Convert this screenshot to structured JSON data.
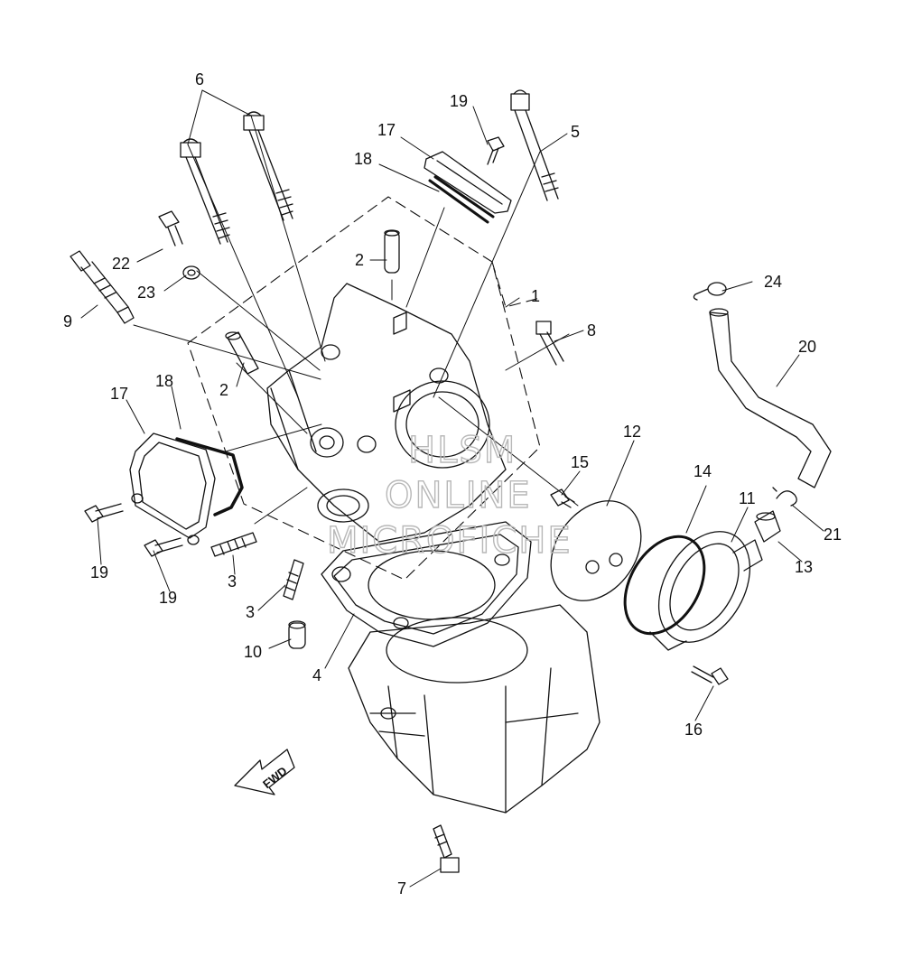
{
  "diagram": {
    "callouts": [
      {
        "id": "c6",
        "text": "6"
      },
      {
        "id": "c19a",
        "text": "19"
      },
      {
        "id": "c17a",
        "text": "17"
      },
      {
        "id": "c5",
        "text": "5"
      },
      {
        "id": "c18a",
        "text": "18"
      },
      {
        "id": "c22",
        "text": "22"
      },
      {
        "id": "c2a",
        "text": "2"
      },
      {
        "id": "c23",
        "text": "23"
      },
      {
        "id": "c1",
        "text": "1"
      },
      {
        "id": "c24",
        "text": "24"
      },
      {
        "id": "c9",
        "text": "9"
      },
      {
        "id": "c8",
        "text": "8"
      },
      {
        "id": "c20",
        "text": "20"
      },
      {
        "id": "c17b",
        "text": "17"
      },
      {
        "id": "c18b",
        "text": "18"
      },
      {
        "id": "c2b",
        "text": "2"
      },
      {
        "id": "c12",
        "text": "12"
      },
      {
        "id": "c15",
        "text": "15"
      },
      {
        "id": "c14",
        "text": "14"
      },
      {
        "id": "c11",
        "text": "11"
      },
      {
        "id": "c21",
        "text": "21"
      },
      {
        "id": "c19b",
        "text": "19"
      },
      {
        "id": "c19c",
        "text": "19"
      },
      {
        "id": "c3a",
        "text": "3"
      },
      {
        "id": "c13",
        "text": "13"
      },
      {
        "id": "c3b",
        "text": "3"
      },
      {
        "id": "c10",
        "text": "10"
      },
      {
        "id": "c4",
        "text": "4"
      },
      {
        "id": "c16",
        "text": "16"
      },
      {
        "id": "c7",
        "text": "7"
      }
    ],
    "fwd_label": "FWD",
    "watermark": [
      "HLSM",
      "ONLINE",
      "MICROFICHE"
    ],
    "colors": {
      "line": "#111111",
      "watermark": "#b8b8b8"
    }
  }
}
